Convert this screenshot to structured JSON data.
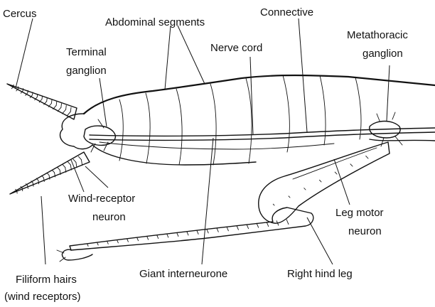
{
  "labels": {
    "cercus": "Cercus",
    "abdominal_segments": "Abdominal segments",
    "connective": "Connective",
    "terminal_ganglion_1": "Terminal",
    "terminal_ganglion_2": "ganglion",
    "nerve_cord": "Nerve cord",
    "metathoracic_ganglion_1": "Metathoracic",
    "metathoracic_ganglion_2": "ganglion",
    "wind_receptor_neuron_1": "Wind-receptor",
    "wind_receptor_neuron_2": "neuron",
    "leg_motor_neuron_1": "Leg motor",
    "leg_motor_neuron_2": "neuron",
    "filiform_hairs_1": "Filiform hairs",
    "filiform_hairs_2": "(wind receptors)",
    "giant_interneurone": "Giant interneurone",
    "right_hind_leg": "Right hind leg"
  }
}
